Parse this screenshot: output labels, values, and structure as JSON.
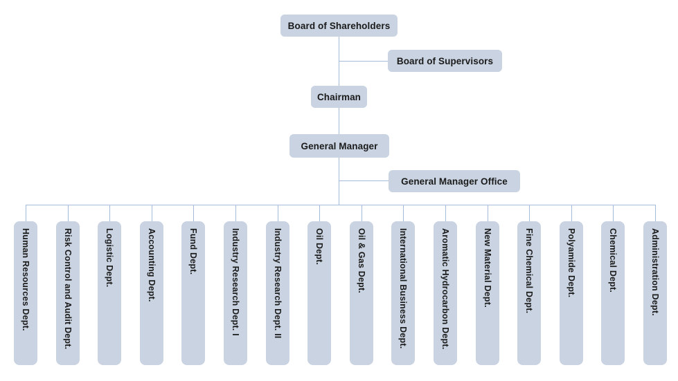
{
  "diagram": {
    "type": "org-chart",
    "nodes": {
      "board_of_shareholders": "Board of Shareholders",
      "board_of_supervisors": "Board of Supervisors",
      "chairman": "Chairman",
      "general_manager": "General Manager",
      "general_manager_office": "General Manager Office"
    },
    "departments": [
      "Human Resources Dept.",
      "Risk Control and Audit Dept.",
      "Logistic Dept.",
      "Accounting Dept.",
      "Fund Dept.",
      "Industry Research Dept. I",
      "Industry Research Dept. II",
      "Oil Dept.",
      "Oil & Gas Dept.",
      "International Business Dept.",
      "Aromatic Hydrocarbon Dept.",
      "New Material Dept.",
      "Fine Chemical Dept.",
      "Polyamide Dept.",
      "Chemical Dept.",
      "Administration Dept."
    ],
    "colors": {
      "node_fill": "#C9D3E1",
      "connector": "#A6BBD9",
      "text": "#1B1B1B",
      "background": "#FFFFFF"
    }
  }
}
